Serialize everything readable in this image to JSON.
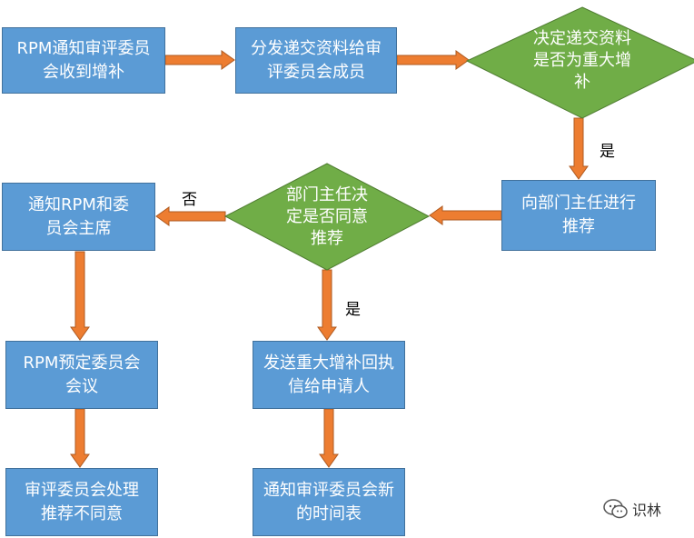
{
  "nodes": {
    "rpm_receive": "RPM通知审评委员会收到增补",
    "distribute": "分发递交资料给审评委员会成员",
    "decide_major": "决定递交资料是否为重大增补",
    "recommend_dept": "向部门主任进行推荐",
    "dept_decide": "部门主任决定是否同意推荐",
    "notify_rpm": "通知RPM和委员会主席",
    "rpm_schedule": "RPM预定委员会会议",
    "committee_handle": "审评委员会处理推荐不同意",
    "send_receipt": "发送重大增补回执信给申请人",
    "notify_schedule": "通知审评委员会新的时间表"
  },
  "labels": {
    "yes_1": "是",
    "no": "否",
    "yes_2": "是"
  },
  "watermark": {
    "text": "识林",
    "icon": "wechat-icon"
  },
  "colors": {
    "box": "#5b9bd5",
    "box_border": "#41719c",
    "diamond": "#70ad47",
    "diamond_border": "#507e32",
    "arrow": "#ed7d31",
    "arrow_border": "#ae5a21"
  }
}
